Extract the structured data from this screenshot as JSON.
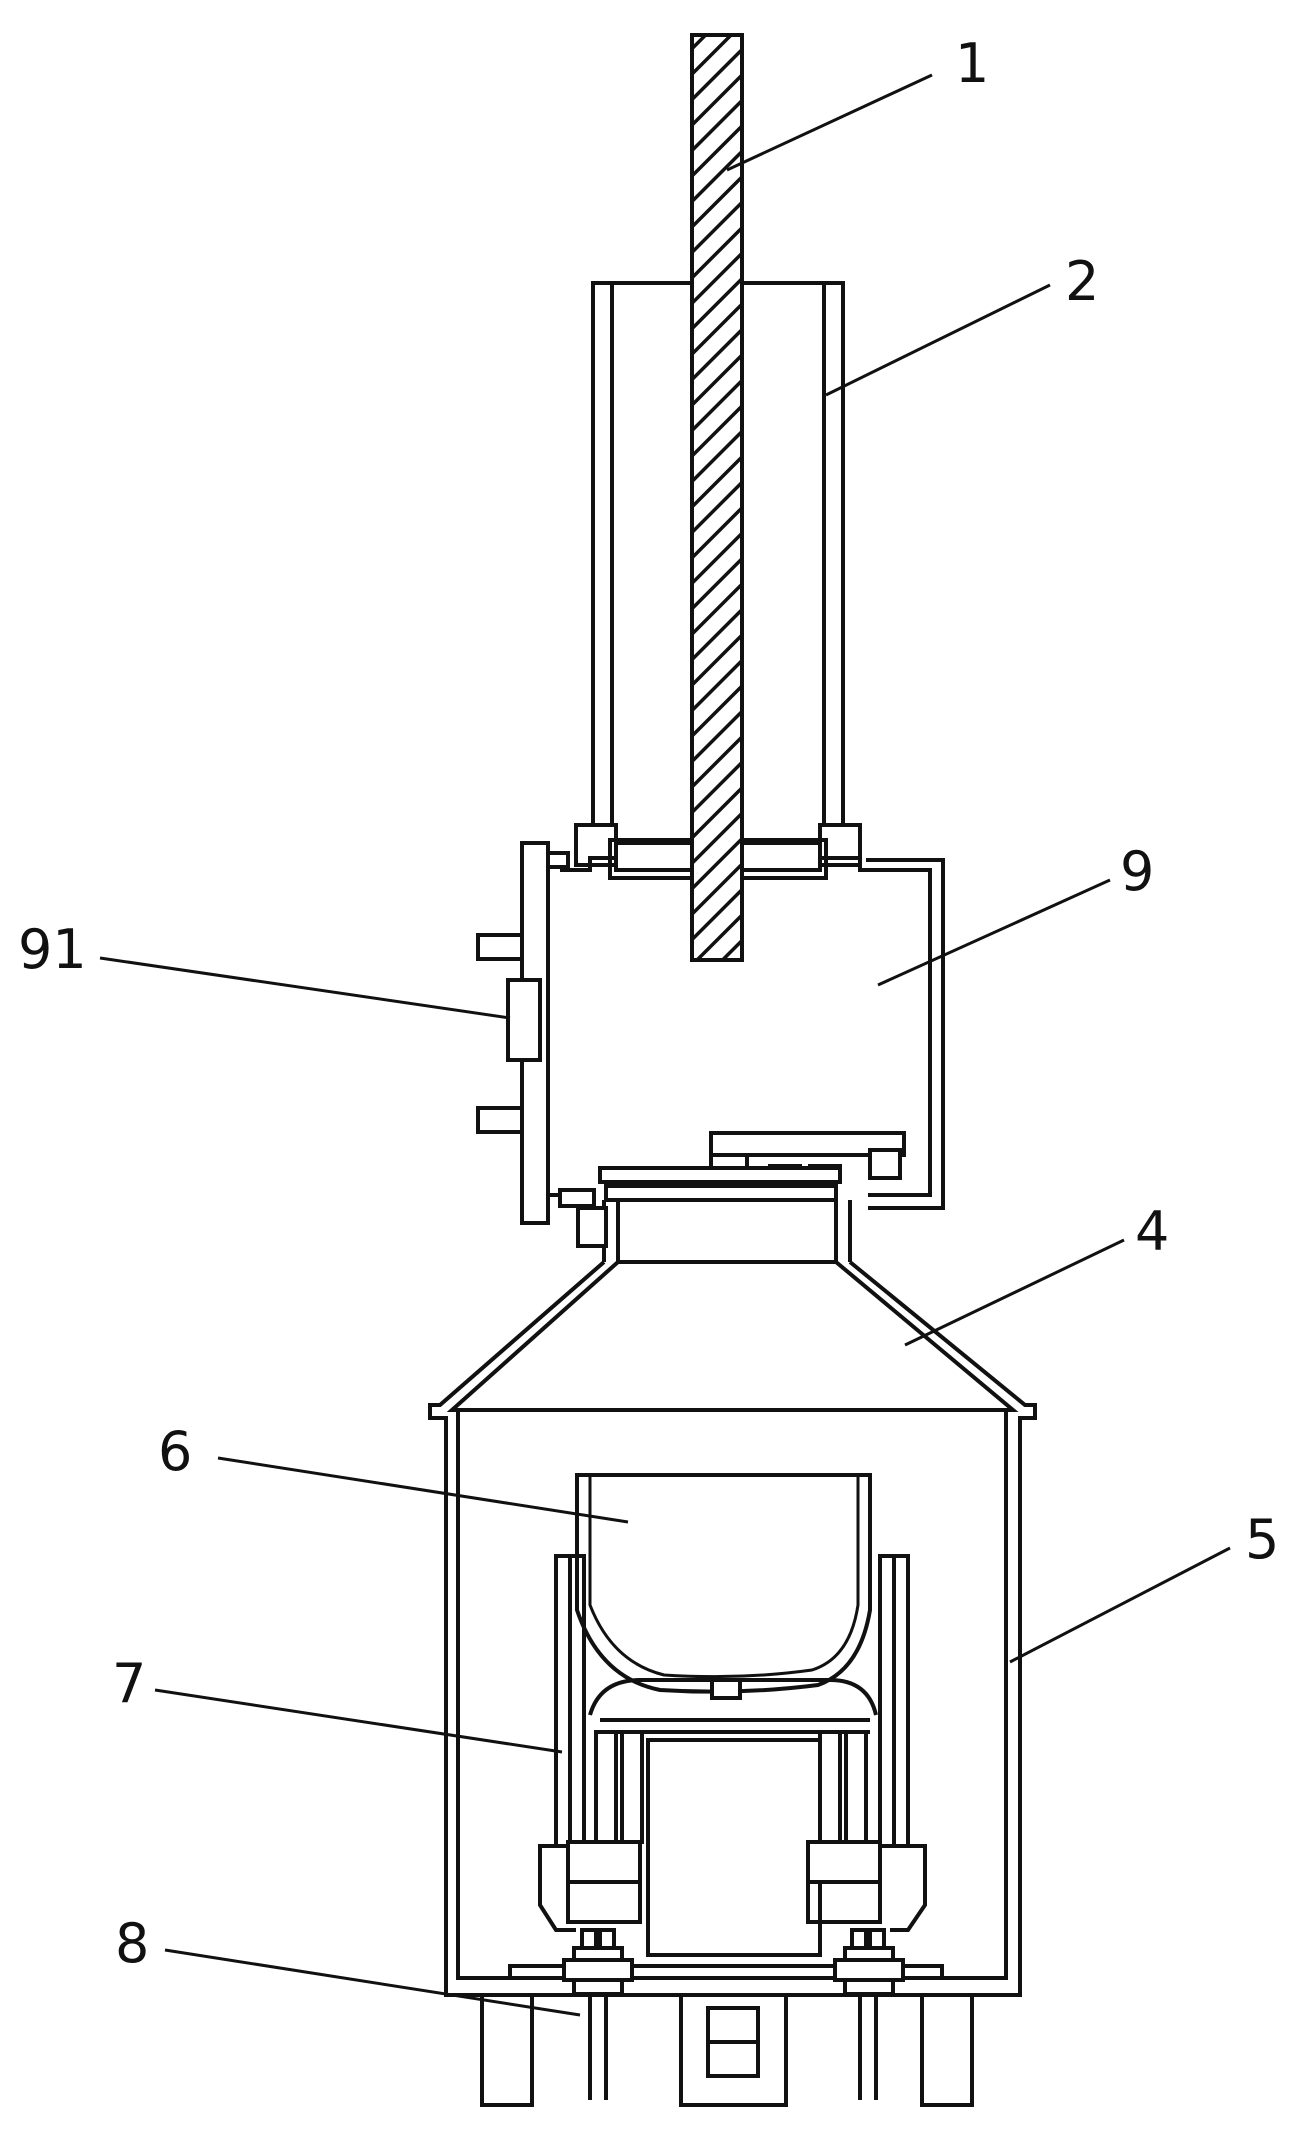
{
  "labels": {
    "l1": "1",
    "l2": "2",
    "l9": "9",
    "l91": "91",
    "l4": "4",
    "l6": "6",
    "l5": "5",
    "l7": "7",
    "l8": "8"
  },
  "colors": {
    "line": "#111111",
    "background": "#ffffff"
  }
}
